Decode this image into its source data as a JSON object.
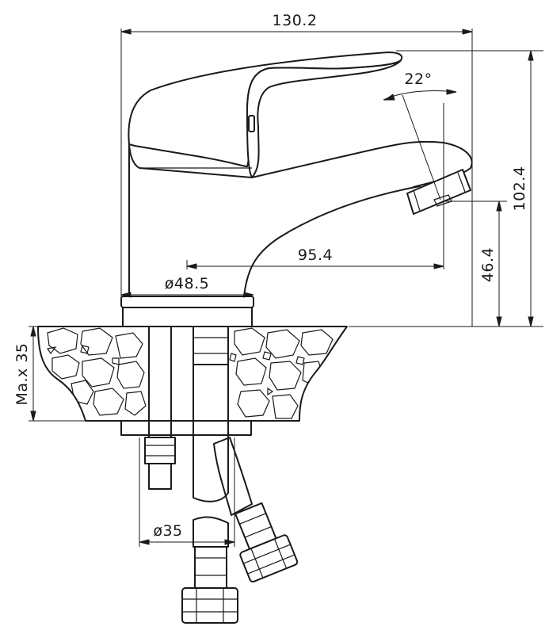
{
  "dimensions": {
    "total_width": "130.2",
    "total_height": "102.4",
    "spout_height": "46.4",
    "spout_reach": "95.4",
    "angle": "22°",
    "base_diameter": "ø48.5",
    "hole_diameter": "ø35",
    "max_thickness": "Ma.x 35"
  }
}
